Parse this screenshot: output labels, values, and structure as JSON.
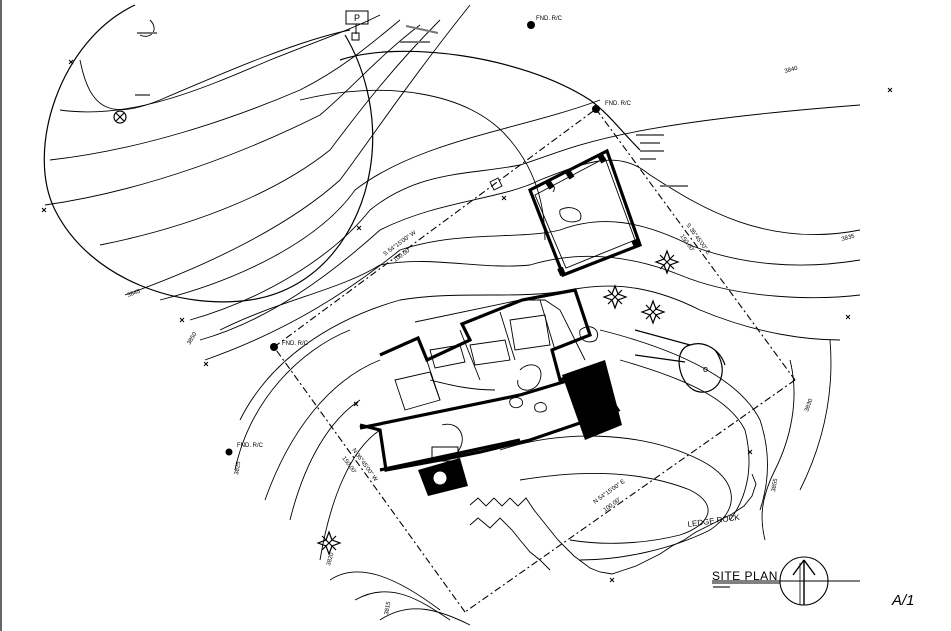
{
  "sheet": {
    "title": "SITE PLAN",
    "sheet_number": "A/1"
  },
  "labels": {
    "fnd_rc_top": "FND. R/C",
    "fnd_rc_corner": "FND. R/C",
    "fnd_rc_left": "FND. R/C",
    "fnd_rc_west": "FND. R/C",
    "ledge_rock": "LEDGE ROCK",
    "parking": "P",
    "contour_3840": "3840",
    "contour_3835": "3835",
    "contour_3830": "3830",
    "contour_3845": "3845",
    "contour_3850": "3850",
    "contour_3825": "3825",
    "contour_3820": "3820",
    "contour_3815": "3815",
    "contour_3855": "3855",
    "bearing_ne": "S 35°45'00\" E",
    "bearing_ne_dist": "150.00'",
    "bearing_nw": "S 54°15'00\" W",
    "bearing_nw_dist": "100.00'",
    "bearing_sw": "N 35°45'00\" W",
    "bearing_sw_dist": "150.00'",
    "bearing_se": "N 54°15'00\" E",
    "bearing_se_dist": "100.00'"
  },
  "colors": {
    "ink": "#000000",
    "paper": "#ffffff",
    "grey_mark": "#777777"
  }
}
